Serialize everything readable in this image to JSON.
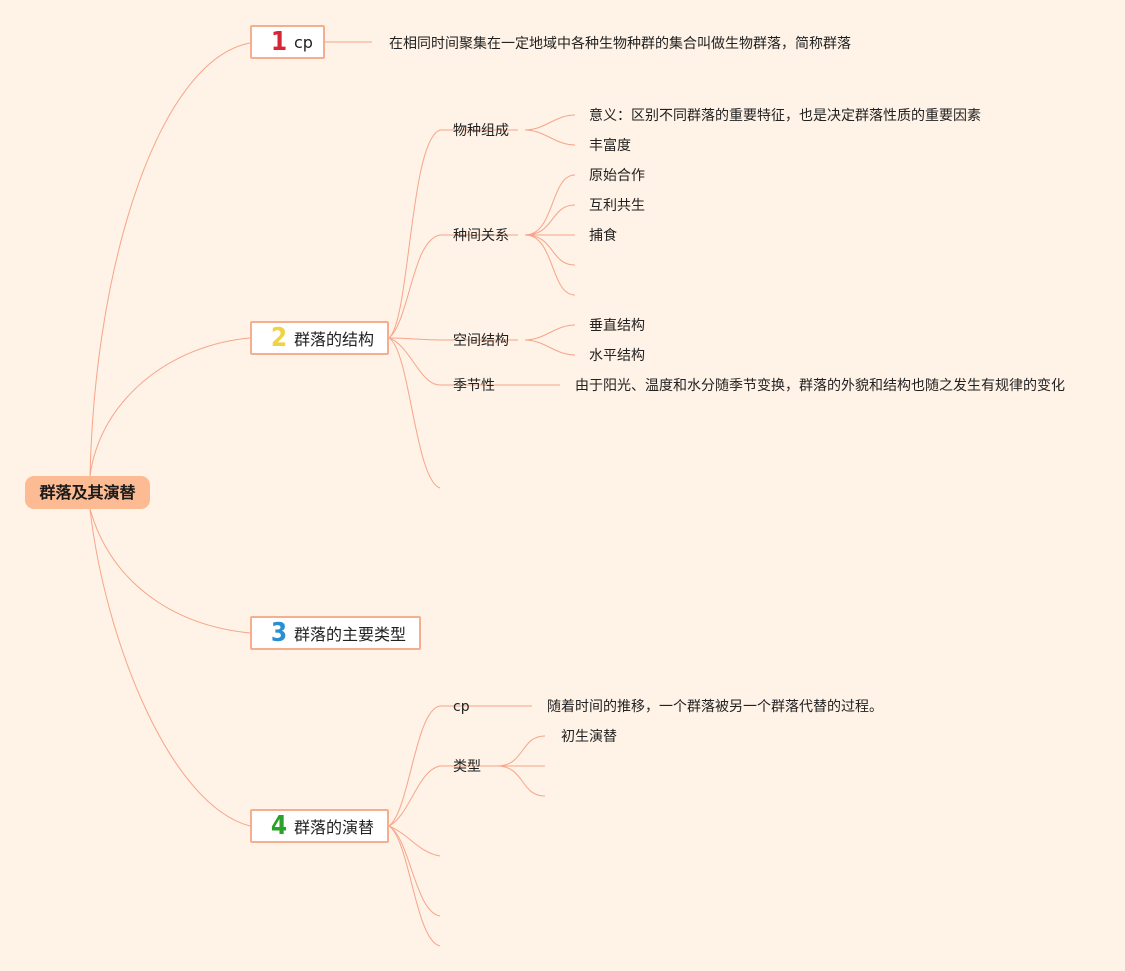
{
  "root": "群落及其演替",
  "colors": {
    "background": "#fff2e6",
    "line": "#f6a58a",
    "root_fill": "#fdbb94",
    "num1": "#d62535",
    "num2": "#f0d245",
    "num3": "#2a8fd0",
    "num4": "#2ca12a"
  },
  "sections": [
    {
      "num": "1",
      "title": "cp",
      "definition": "在相同时间聚集在一定地域中各种生物种群的集合叫做生物群落，简称群落"
    },
    {
      "num": "2",
      "title": "群落的结构",
      "children": [
        {
          "label": "物种组成",
          "items": [
            "意义：区别不同群落的重要特征，也是决定群落性质的重要因素",
            "丰富度"
          ]
        },
        {
          "label": "种间关系",
          "items": [
            "原始合作",
            "互利共生",
            "捕食",
            "",
            ""
          ]
        },
        {
          "label": "空间结构",
          "items": [
            "垂直结构",
            "水平结构"
          ]
        },
        {
          "label": "季节性",
          "items": [
            "由于阳光、温度和水分随季节变换，群落的外貌和结构也随之发生有规律的变化"
          ]
        }
      ]
    },
    {
      "num": "3",
      "title": "群落的主要类型"
    },
    {
      "num": "4",
      "title": "群落的演替",
      "children": [
        {
          "label": "cp",
          "items": [
            "随着时间的推移，一个群落被另一个群落代替的过程。"
          ]
        },
        {
          "label": "类型",
          "items": [
            "初生演替",
            "",
            ""
          ]
        }
      ]
    }
  ]
}
